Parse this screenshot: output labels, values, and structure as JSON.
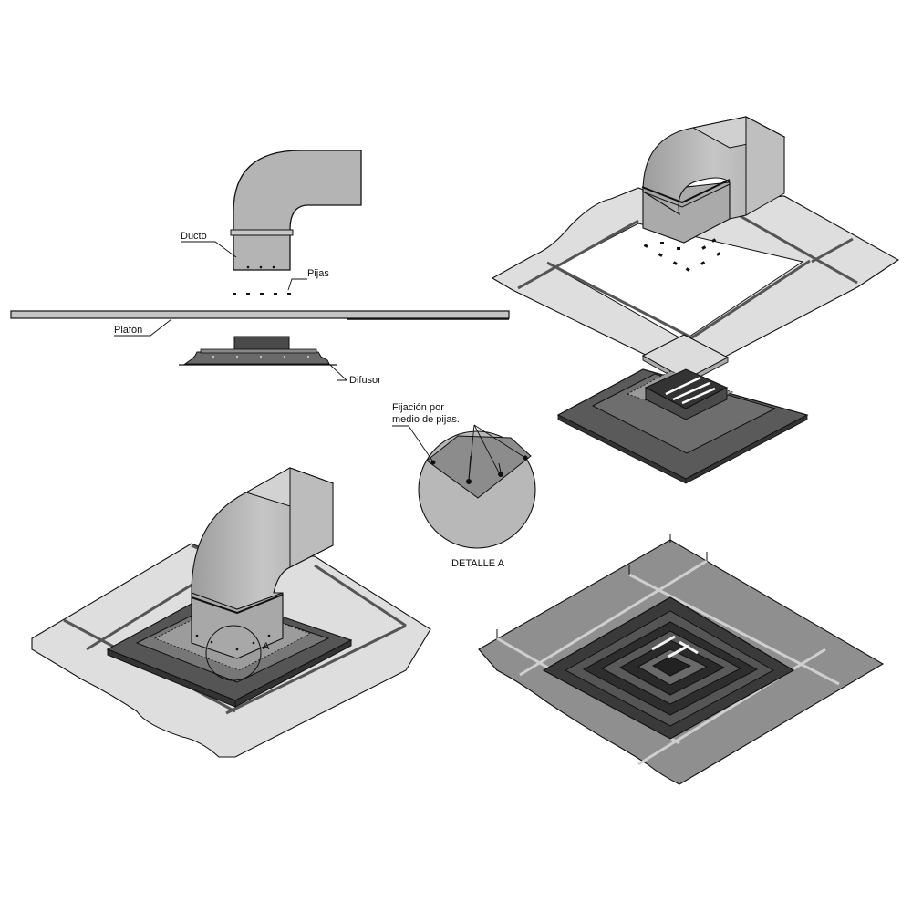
{
  "labels": {
    "ducto": "Ducto",
    "pijas": "Pijas",
    "plafon": "Plafón",
    "difusor": "Difusor",
    "fijacion_line1": "Fijación por",
    "fijacion_line2": "medio de pijas.",
    "detalle": "DETALLE A",
    "marker_a": "A"
  },
  "colors": {
    "outline": "#111111",
    "duct": "#b9b9b9",
    "tile": "#dcdcdc",
    "grid_metal": "#9a9a9a",
    "diffuser_dark": "#3a3a3a",
    "diffuser_mid": "#6a6a6a",
    "detail_dark": "#8c8c8c",
    "detail_light": "#b8b8b8"
  },
  "icons": [
    "screw-icon",
    "elbow-duct-icon",
    "ceiling-tile-icon",
    "square-diffuser-icon"
  ]
}
